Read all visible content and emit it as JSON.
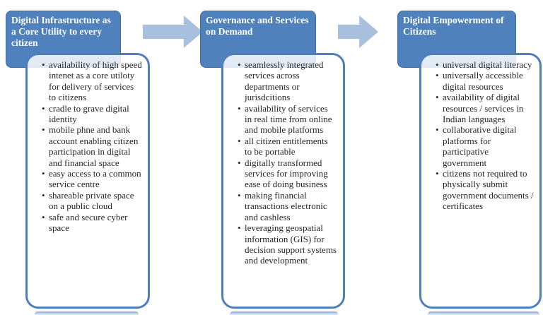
{
  "columns": [
    {
      "header": "Digital Infrastructure as a Core Utility to every citizen",
      "bullets": [
        "availability of high speed intenet as a core utiloty for delivery of services to citizens",
        "cradle to grave digital identity",
        "mobile phne and bank account enabling citizen participation in digital and financial space",
        "easy access to a common service centre",
        "shareable private space on a public cloud",
        "safe and secure cyber space"
      ]
    },
    {
      "header": "Governance and Services on Demand",
      "bullets": [
        "seamlessly integrated services across departments or jurisdcitions",
        "availability of services in real time from online and mobile platforms",
        "all citizen entitlements to be portable",
        "digitally transformed services for improving ease of doing business",
        "making financial transactions electronic and cashless",
        "leveraging geospatial information (GIS) for decision support systems and development"
      ]
    },
    {
      "header": "Digital Empowerment of Citizens",
      "bullets": [
        "universal digital literacy",
        "universally accessible digital resources",
        "availability of digital resources / services in Indian languages",
        "collaborative digital platforms for participative government",
        "citizens not required to physically submit government documents / certificates"
      ]
    }
  ],
  "icons": {
    "arrow_1": "right-block-arrow",
    "arrow_2": "right-block-arrow"
  },
  "colors": {
    "header_fill": "#4f81bd",
    "box_border": "#4e7fbc",
    "arrow_fill": "#a9bfde",
    "body_text": "#262626",
    "header_text": "#ffffff"
  }
}
